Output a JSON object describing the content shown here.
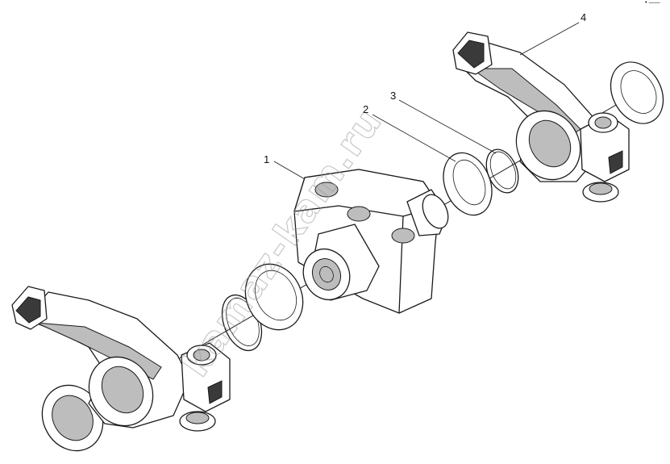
{
  "callouts": {
    "c1": "1",
    "c2": "2",
    "c3": "3",
    "c4": "4"
  },
  "watermark": "kamaz-kam.ru",
  "corner_mark": "•‾——"
}
